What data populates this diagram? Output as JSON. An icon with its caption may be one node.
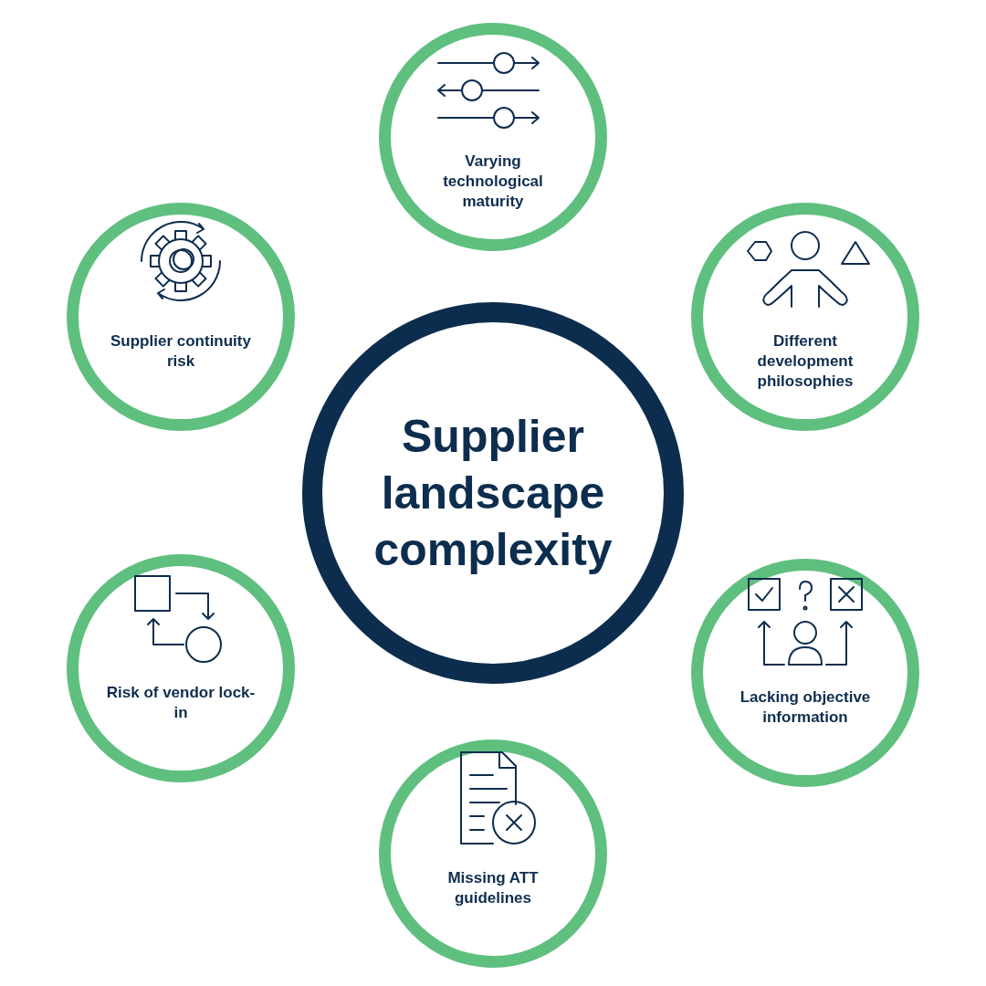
{
  "diagram": {
    "nodes": [
      {
        "text": [
          "Supplier landscape complexity"
        ]
      },
      {
        "text": [
          "Varying technological maturity"
        ]
      },
      {
        "text": [
          "Different development philosophies"
        ]
      },
      {
        "text": [
          "Lacking objective information"
        ]
      },
      {
        "text": [
          "Missing ATT guidelines"
        ]
      },
      {
        "text": [
          "Risk of vendor lock-in"
        ]
      },
      {
        "text": [
          "Supplier continuity risk"
        ]
      }
    ]
  }
}
